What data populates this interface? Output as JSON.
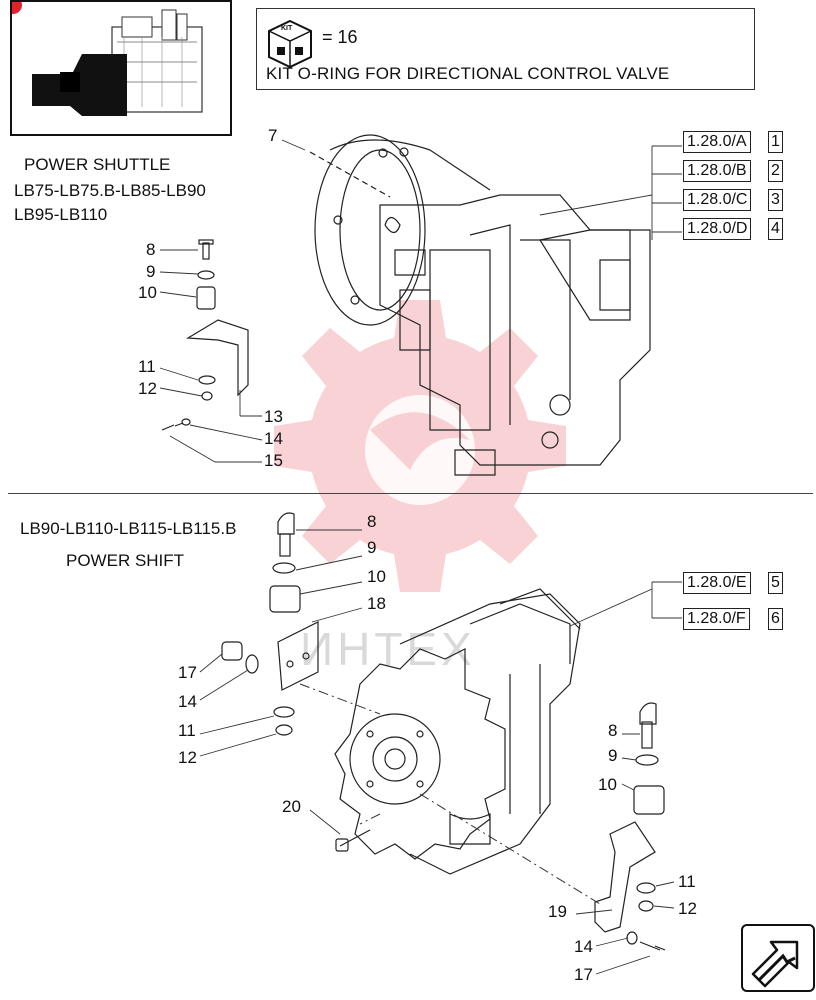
{
  "kit": {
    "equals_text": "= 16",
    "title": "KIT O-RING FOR DIRECTIONAL CONTROL VALVE",
    "badge_text": "KIT"
  },
  "section_top": {
    "title": "POWER SHUTTLE",
    "models_line1": "LB75-LB75.B-LB85-LB90",
    "models_line2": "LB95-LB110",
    "callouts": [
      "7",
      "8",
      "9",
      "10",
      "11",
      "12",
      "13",
      "14",
      "15"
    ],
    "references": [
      {
        "code": "1.28.0/A",
        "num": "1"
      },
      {
        "code": "1.28.0/B",
        "num": "2"
      },
      {
        "code": "1.28.0/C",
        "num": "3"
      },
      {
        "code": "1.28.0/D",
        "num": "4"
      }
    ]
  },
  "section_bottom": {
    "models": "LB90-LB110-LB115-LB115.B",
    "title": "POWER SHIFT",
    "callouts_left": [
      "8",
      "9",
      "10",
      "18",
      "17",
      "14",
      "11",
      "12",
      "20"
    ],
    "callouts_right": [
      "8",
      "9",
      "10",
      "11",
      "12",
      "19",
      "14",
      "17"
    ],
    "references": [
      {
        "code": "1.28.0/E",
        "num": "5"
      },
      {
        "code": "1.28.0/F",
        "num": "6"
      }
    ]
  },
  "watermark": {
    "text": "ИНТЕХ",
    "color": "#e8202a"
  },
  "colors": {
    "line": "#222222",
    "watermark": "#f3b5b8"
  }
}
